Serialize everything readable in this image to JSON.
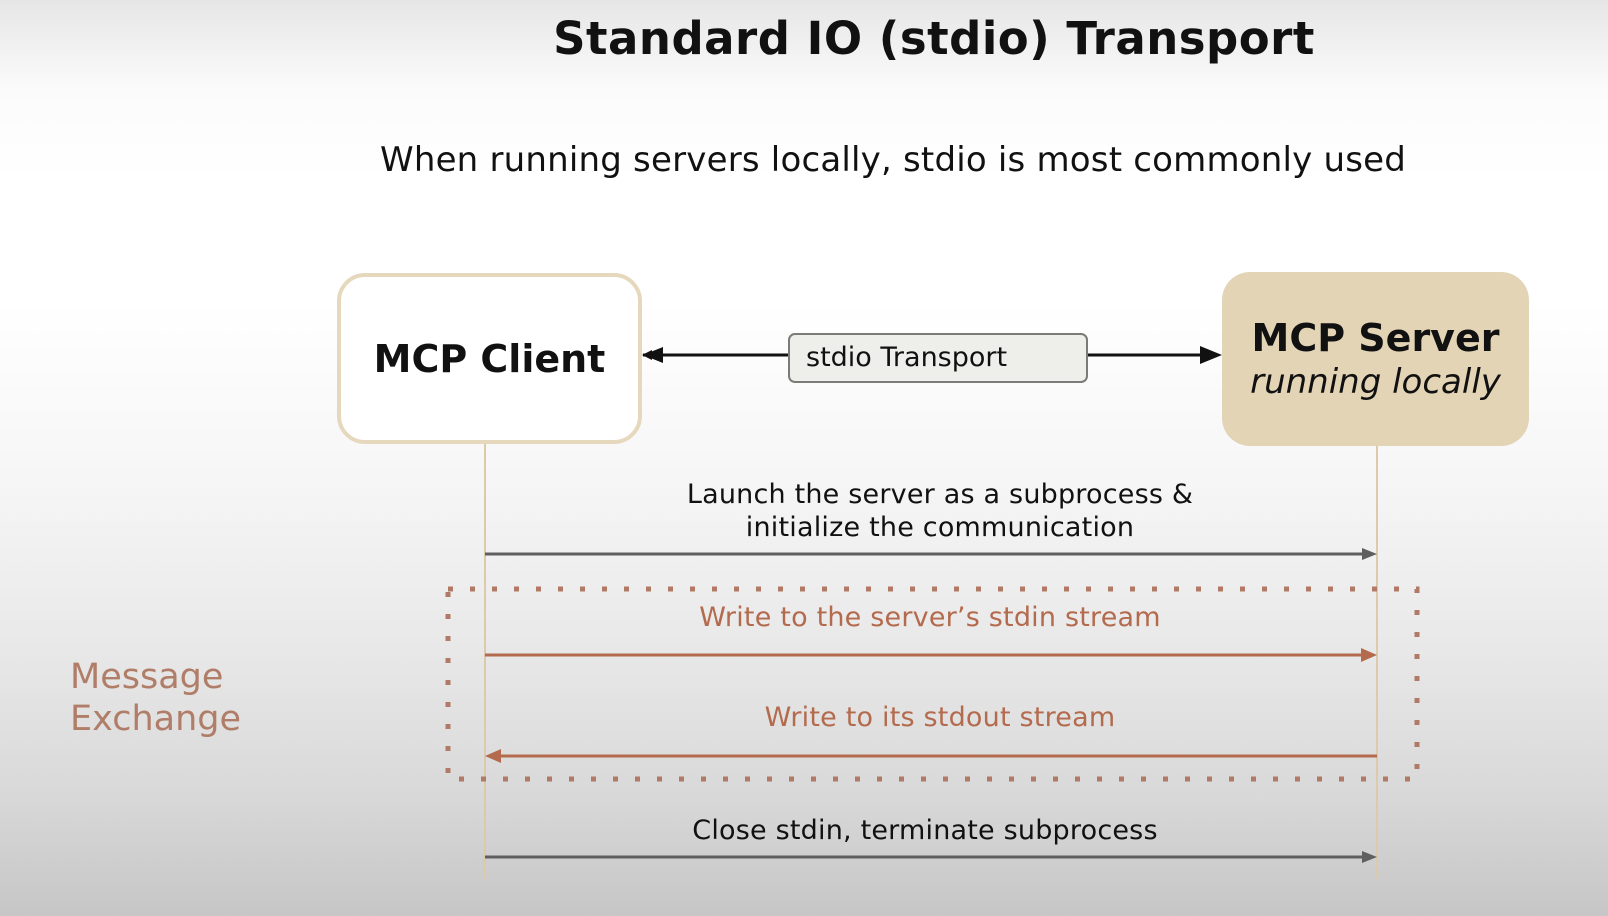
{
  "title": "Standard IO (stdio) Transport",
  "subtitle": "When running servers locally, stdio is most commonly used",
  "colors": {
    "accent": "#b36a4d",
    "client_border": "#e6d8bd",
    "server_fill": "#e3d4b6",
    "lifeline": "#dccbaa",
    "neutral_arrow": "#5f5f5f",
    "dotted_group": "#b07a66"
  },
  "participants": {
    "client": {
      "title": "MCP Client"
    },
    "server": {
      "title": "MCP Server",
      "subtitle": "running locally"
    }
  },
  "transport": {
    "label": "stdio Transport"
  },
  "group": {
    "label_line1": "Message",
    "label_line2": "Exchange"
  },
  "messages": [
    {
      "id": "launch",
      "line1": "Launch the server as a subprocess &",
      "line2": "initialize the communication",
      "direction": "client-to-server",
      "style": "neutral"
    },
    {
      "id": "stdin",
      "text": "Write to the server’s stdin stream",
      "direction": "client-to-server",
      "style": "accent"
    },
    {
      "id": "stdout",
      "text": "Write to its stdout stream",
      "direction": "server-to-client",
      "style": "accent"
    },
    {
      "id": "close",
      "text": "Close stdin, terminate subprocess",
      "direction": "client-to-server",
      "style": "neutral"
    }
  ]
}
